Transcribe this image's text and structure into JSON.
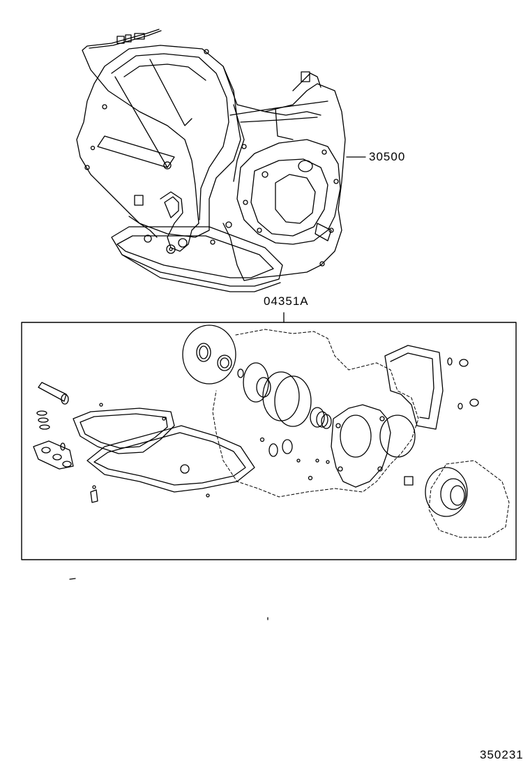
{
  "diagram": {
    "callouts": [
      {
        "id": "assembly",
        "label": "30500"
      },
      {
        "id": "gasket-kit",
        "label": "04351A"
      }
    ],
    "figure_number": "350231",
    "colors": {
      "ink": "#000000",
      "paper": "#ffffff"
    }
  }
}
